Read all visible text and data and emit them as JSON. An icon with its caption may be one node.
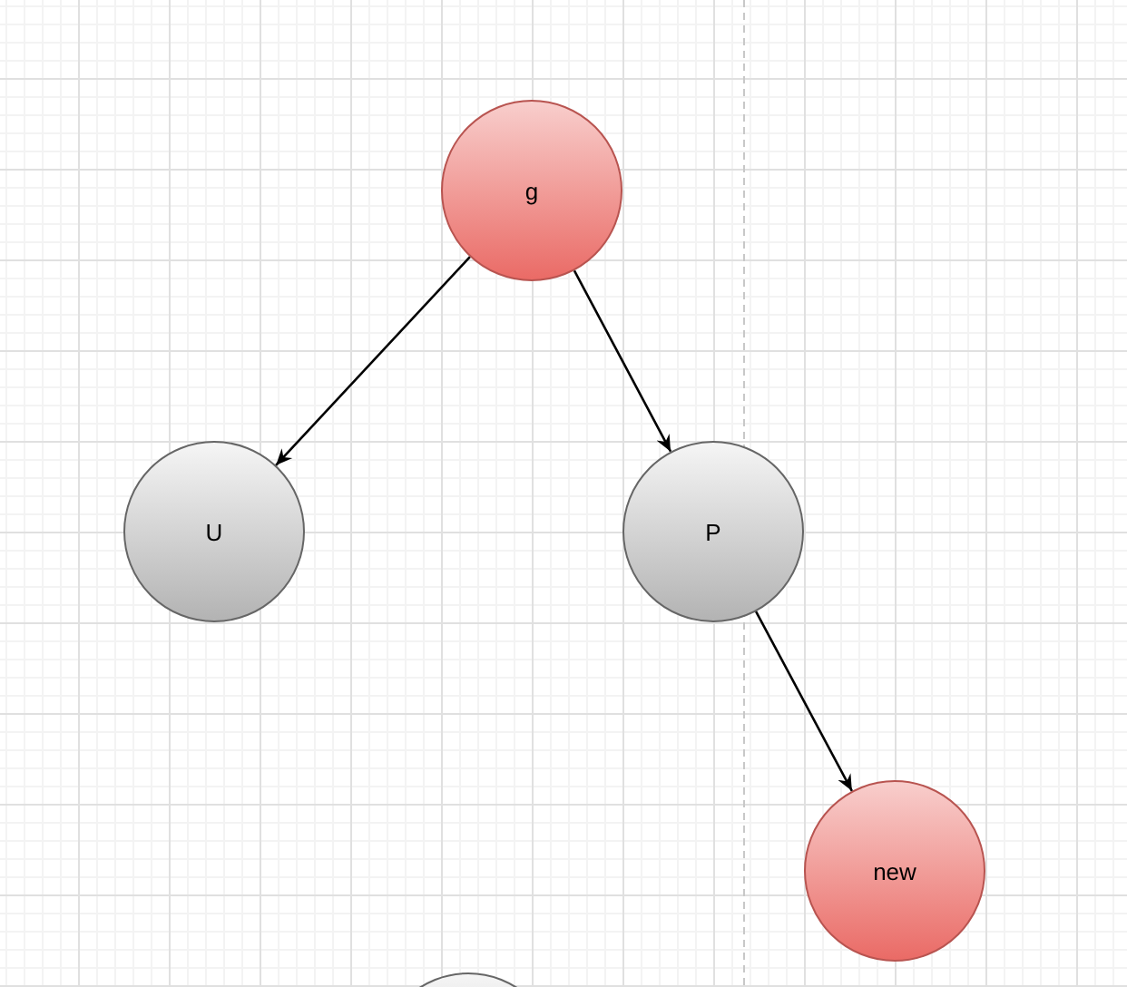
{
  "diagram": {
    "nodes": [
      {
        "text": [
          "g"
        ]
      },
      {
        "text": [
          "U"
        ]
      },
      {
        "text": [
          "P"
        ]
      },
      {
        "text": [
          "new"
        ]
      },
      {
        "text": [],
        "shape": "circle"
      }
    ],
    "edges": [
      {
        "from": 0,
        "to": 1,
        "arrow": "to"
      },
      {
        "from": 0,
        "to": 2,
        "arrow": "to"
      },
      {
        "from": 2,
        "to": 3,
        "arrow": "to"
      }
    ]
  }
}
